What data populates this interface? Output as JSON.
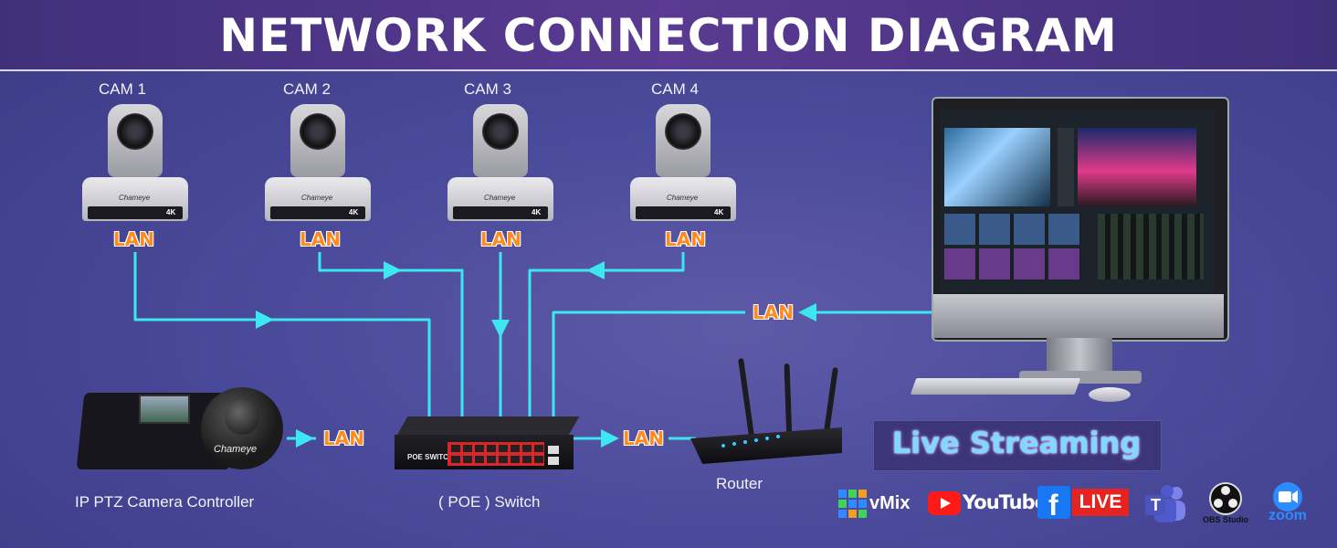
{
  "title": "NETWORK CONNECTION DIAGRAM",
  "cameras": [
    {
      "label": "CAM 1",
      "lan": "LAN"
    },
    {
      "label": "CAM 2",
      "lan": "LAN"
    },
    {
      "label": "CAM 3",
      "lan": "LAN"
    },
    {
      "label": "CAM 4",
      "lan": "LAN"
    }
  ],
  "camera_brand": "Chameye",
  "camera_badge": "4K",
  "links": {
    "controller_to_switch": "LAN",
    "switch_to_router": "LAN",
    "computer_to_switch": "LAN"
  },
  "devices": {
    "controller": "IP PTZ Camera Controller",
    "controller_brand": "Chameye",
    "switch": "( POE ) Switch",
    "switch_panel_label": "POE SWITCH",
    "router": "Router"
  },
  "live_streaming": "Live Streaming",
  "platform_logos": {
    "vmix": "vMix",
    "youtube": "YouTube",
    "facebook_live": "LIVE",
    "teams": "T",
    "obs": "OBS Studio",
    "zoom": "zoom"
  },
  "colors": {
    "wire": "#3ee6f0",
    "lan_text": "#ff8a1e",
    "banner": "#4a3488"
  }
}
